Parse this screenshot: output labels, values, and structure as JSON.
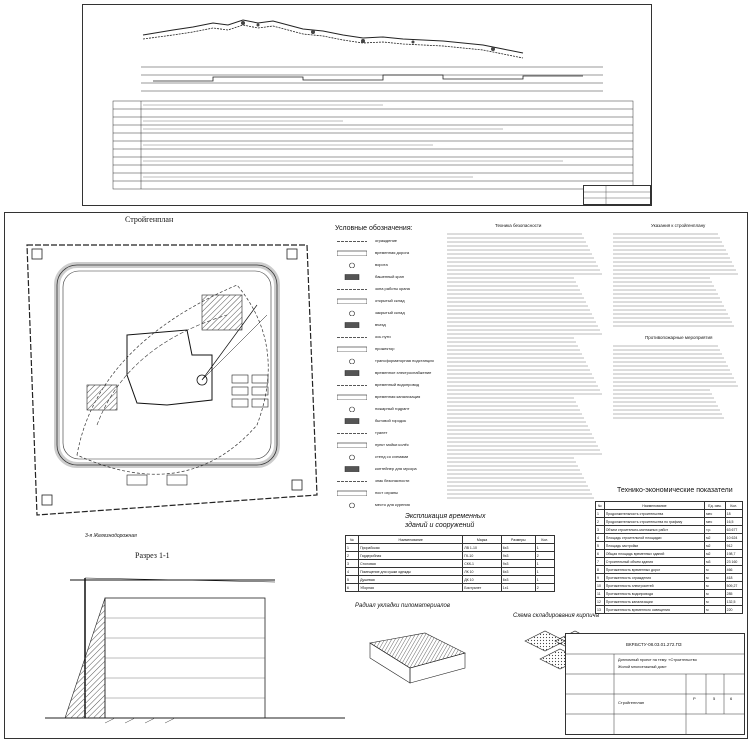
{
  "top_sheet": {
    "stamp_lines": [
      "",
      "",
      ""
    ]
  },
  "site_plan": {
    "title": "Стройгенплан",
    "street_label": "3-я Железнодорожная"
  },
  "legend": {
    "title": "Условные обозначения:",
    "items": [
      "ограждение",
      "временная дорога",
      "ворота",
      "башенный кран",
      "зона работы крана",
      "открытый склад",
      "закрытый склад",
      "въезд",
      "ось пути",
      "прожектор",
      "трансформаторная подстанция",
      "временное электроснабжение",
      "временный водопровод",
      "временная канализация",
      "пожарный гидрант",
      "бытовой городок",
      "туалет",
      "пункт мойки колёс",
      "стенд со схемами",
      "контейнер для мусора",
      "знак безопасности",
      "пост охраны",
      "место для курения"
    ]
  },
  "section": {
    "title": "Разрез 1-1"
  },
  "technik_safety": {
    "title": "Техника безопасности"
  },
  "env_protection": {
    "title": "Указания к стройгенплану"
  },
  "fire_safety": {
    "title": "Противопожарные мероприятия"
  },
  "explication": {
    "title_line1": "Экспликация временных",
    "title_line2": "зданий и сооружений",
    "headers": [
      "№",
      "Наименование",
      "Марка",
      "Размеры",
      "Кол."
    ],
    "rows": [
      [
        "1",
        "Прорабская",
        "ЛВ 1-10",
        "6х3",
        "1"
      ],
      [
        "2",
        "Гардеробная",
        "ГК-10",
        "9х3",
        "2"
      ],
      [
        "3",
        "Столовая",
        "СКК-1",
        "9х3",
        "1"
      ],
      [
        "4",
        "Помещение для сушки одежды",
        "ЛК 10",
        "6х3",
        "1"
      ],
      [
        "5",
        "Душевая",
        "ДК 10",
        "6х3",
        "1"
      ],
      [
        "6",
        "Уборная",
        "Биотуалет",
        "1х1",
        "2"
      ]
    ]
  },
  "tep": {
    "title": "Технико-экономические показатели",
    "headers": [
      "№",
      "Наименование",
      "Ед. изм.",
      "Кол."
    ],
    "rows": [
      [
        "1",
        "Продолжительность строительства",
        "мес",
        "18"
      ],
      [
        "2",
        "Продолжительность строительства по графику",
        "мес",
        "16,5"
      ],
      [
        "3",
        "Объем строительно-монтажных работ",
        "т.р.",
        "63 677"
      ],
      [
        "4",
        "Площадь строительной площадки",
        "м2",
        "10 624"
      ],
      [
        "5",
        "Площадь застройки",
        "м2",
        "912"
      ],
      [
        "6",
        "Общая площадь временных зданий",
        "м2",
        "198,7"
      ],
      [
        "7",
        "Строительный объем здания",
        "м3",
        "23 160"
      ],
      [
        "8",
        "Протяженность временных дорог",
        "м",
        "466"
      ],
      [
        "9",
        "Протяженность ограждения",
        "м",
        "418"
      ],
      [
        "10",
        "Протяженность электросетей",
        "м",
        "509,27"
      ],
      [
        "11",
        "Протяженность водопровода",
        "м",
        "285"
      ],
      [
        "12",
        "Протяженность канализации",
        "м",
        "132,5"
      ],
      [
        "13",
        "Протяженность временного освещения",
        "м",
        "220"
      ]
    ]
  },
  "storage": {
    "title": "Радиал укладки пиломатериалов",
    "brick_title": "Схема складирования кирпича"
  },
  "stamp": {
    "code": "ВКР.БСТУ-08.03.01.272.ПЗ",
    "line1": "Дипломный проект на тему: «Строительство",
    "line2": "Жилой многоэтажный дом»",
    "sheet_title": "Стройгенплан",
    "stage": "Р",
    "sheet": "5",
    "sheets": "6"
  },
  "colors": {
    "line": "#333333",
    "hatch": "#555555",
    "paper": "#ffffff"
  }
}
